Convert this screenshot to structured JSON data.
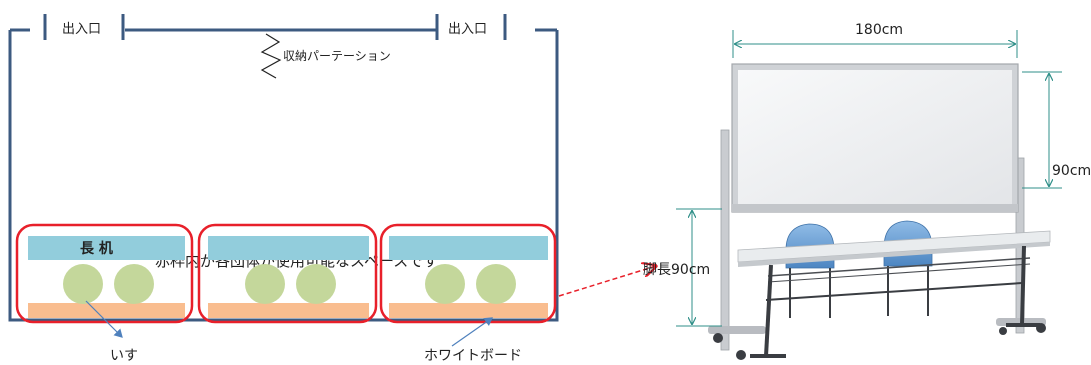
{
  "floor_plan": {
    "entrance_left": "出入口",
    "entrance_right": "出入口",
    "partition_label": "収納パーテーション",
    "notice": "赤枠内が各団体が使用可能なスペースです",
    "desk_label": "長 机",
    "chair_label": "いす",
    "whiteboard_label": "ホワイトボード",
    "colors": {
      "wall": "#3c5a80",
      "space_frame": "#e8202a",
      "desk": "#92cddc",
      "chair": "#c4d79b",
      "whiteboard": "#f9bd8f",
      "arrow": "#4f81bd"
    }
  },
  "photo": {
    "width_label": "180cm",
    "board_height_label": "90cm",
    "leg_length_label": "脚長90cm",
    "colors": {
      "frame": "#c9ccd0",
      "board": "#f1f2f3",
      "chair": "#6fa3d6",
      "table": "#e9ecee",
      "steel": "#3a3d42"
    }
  }
}
